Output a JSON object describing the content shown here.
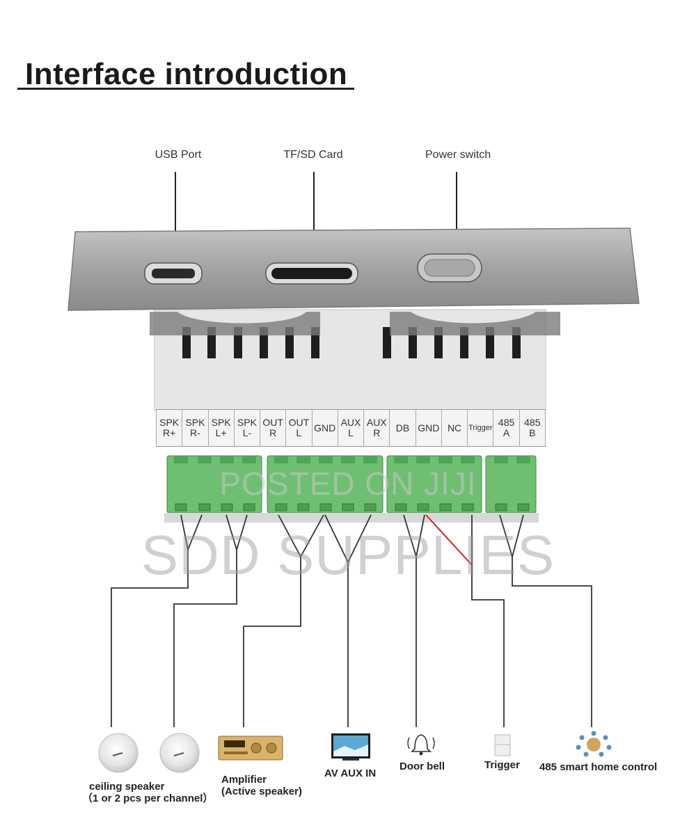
{
  "title": "Interface introduction",
  "top_labels": {
    "usb": "USB Port",
    "tf": "TF/SD Card",
    "power": "Power switch"
  },
  "terminals": [
    "SPK\nR+",
    "SPK\nR-",
    "SPK\nL+",
    "SPK\nL-",
    "OUT\nR",
    "OUT\nL",
    "GND",
    "AUX\nL",
    "AUX\nR",
    "DB",
    "GND",
    "NC",
    "Trigger",
    "485\nA",
    "485\nB"
  ],
  "watermarks": {
    "line1": "POSTED ON JIJI",
    "line2": "SDD SUPPLIES"
  },
  "devices": {
    "ceiling_speaker": "ceiling speaker",
    "ceiling_speaker_note": "（1 or 2 pcs per channel）",
    "amplifier": "Amplifier",
    "amplifier_note": "(Active speaker)",
    "av_aux": "AV AUX IN",
    "door_bell": "Door bell",
    "trigger": "Trigger",
    "smart_home": "485 smart home control"
  },
  "colors": {
    "panel": "#9b9b9b",
    "body": "#e3e3e3",
    "terminal_block": "#6fbf73",
    "wire": "#333333",
    "trigger_wire": "#d62020"
  }
}
